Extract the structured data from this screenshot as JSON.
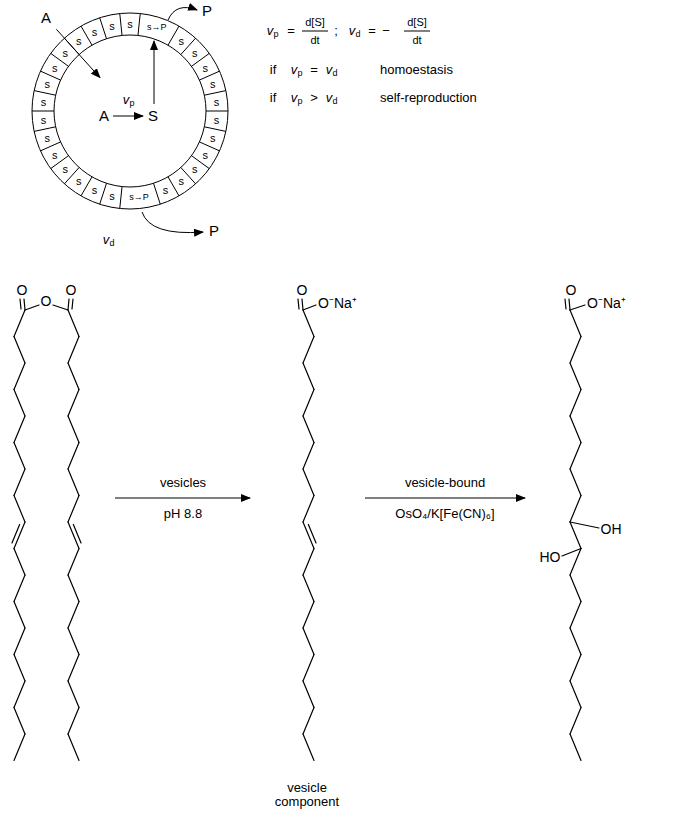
{
  "diagram": {
    "labels": [
      "A",
      "A",
      "v",
      "p",
      "S",
      "s",
      "s→P",
      "s",
      "s",
      "s",
      "s",
      "s",
      "s",
      "s",
      "s",
      "s",
      "s",
      "s",
      "s→P",
      "s",
      "s",
      "s",
      "s",
      "s",
      "s",
      "s",
      "s",
      "s",
      "s",
      "s",
      "s",
      "s",
      "s",
      "P",
      "P",
      "v",
      "d",
      "v",
      "p",
      "=",
      "d[S]",
      "dt",
      ";",
      "v",
      "d",
      "=",
      "−",
      "d[S]",
      "dt",
      "if",
      "v",
      "p",
      "=",
      "v",
      "d",
      "homoestasis",
      "if",
      "v",
      "p",
      ">",
      "v",
      "d",
      "self-reproduction",
      "O",
      "O",
      "O",
      "vesicles",
      "pH 8.8",
      "O",
      "O⁻Na⁺",
      "vesicle component",
      "vesicle-bound",
      "OsO₄/K[Fe(CN)₆]",
      "O",
      "O⁻Na⁺",
      "OH",
      "HO"
    ]
  }
}
